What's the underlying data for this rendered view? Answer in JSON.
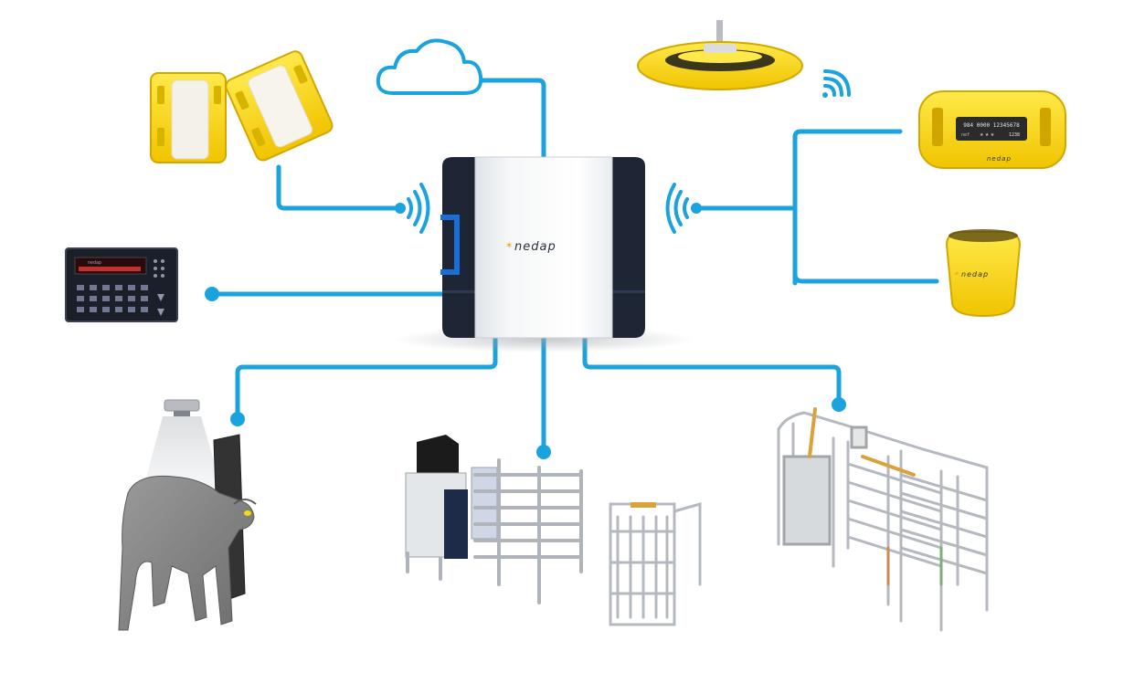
{
  "brand": {
    "logo": "nedap",
    "star_color": "#f5a623"
  },
  "colors": {
    "connector": "#1aa3dd",
    "device_yellow": "#ffe01a",
    "device_yellow_dark": "#e6b800",
    "hub_dark": "#1e2535",
    "hub_light": "#eef0f2",
    "hub_accent": "#1a6fd6"
  },
  "hub": {
    "logo": "nedap"
  },
  "controller": {
    "brand": "nedap"
  },
  "neck_tag": {
    "line1": "984 0000 12345678",
    "line2_prefix": "nef",
    "line2_suffix": "1238",
    "logo": "nedap"
  },
  "ear_sensor": {
    "logo": "nedap"
  },
  "icons": [
    "cloud-icon",
    "wireless-signal-icon",
    "pedometer-sensor-icon",
    "ceiling-antenna-icon",
    "neck-tag-icon",
    "ear-sensor-icon",
    "control-panel-icon",
    "cow-icon",
    "feeding-station-icon",
    "selection-gate-icon"
  ]
}
